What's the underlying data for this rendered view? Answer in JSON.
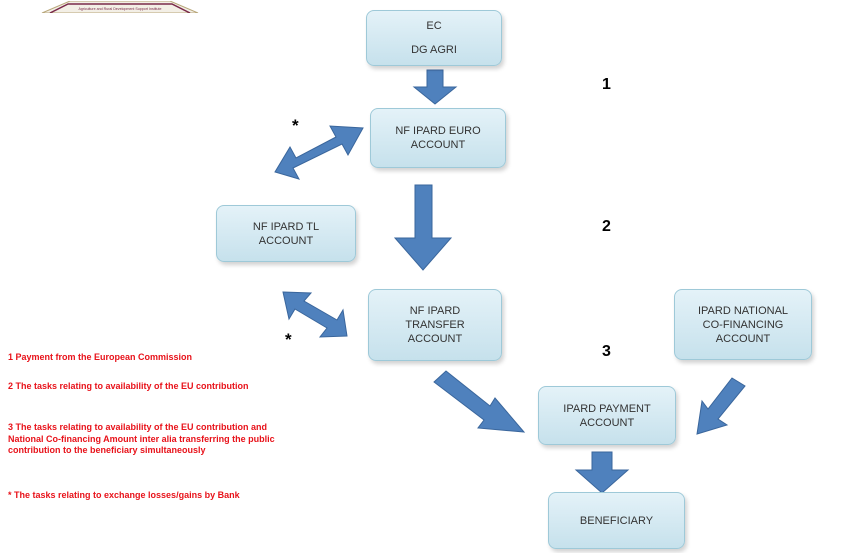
{
  "logo": {
    "caption": "Agriculture and Rural Development Support Institute"
  },
  "boxes": {
    "ec": {
      "line1": "EC",
      "line2": "DG AGRI"
    },
    "euro": {
      "line1": "NF IPARD EURO",
      "line2": "ACCOUNT"
    },
    "tl": {
      "line1": "NF IPARD TL",
      "line2": "ACCOUNT"
    },
    "transfer": {
      "line1": "NF IPARD",
      "line2": "TRANSFER",
      "line3": "ACCOUNT"
    },
    "national": {
      "line1": "IPARD NATIONAL",
      "line2": "CO-FINANCING",
      "line3": "ACCOUNT"
    },
    "payment": {
      "line1": "IPARD PAYMENT",
      "line2": "ACCOUNT"
    },
    "beneficiary": {
      "line1": "BENEFICIARY"
    }
  },
  "step_numbers": {
    "one": "1",
    "two": "2",
    "three": "3"
  },
  "markers": {
    "star_top": "*",
    "star_bottom": "*"
  },
  "legend": {
    "item1": "1 Payment from the European Commission",
    "item2": "2 The tasks relating to availability of the EU contribution",
    "item3": "3 The tasks relating to availability of the EU contribution and National Co-financing Amount inter alia transferring the public contribution to the beneficiary simultaneously",
    "item4": "* The tasks relating to exchange losses/gains by Bank"
  },
  "colors": {
    "arrow_fill": "#4f81bd",
    "arrow_stroke": "#3a669c",
    "box_fill": "#d4eaf2",
    "legend_text": "#e8121a"
  }
}
